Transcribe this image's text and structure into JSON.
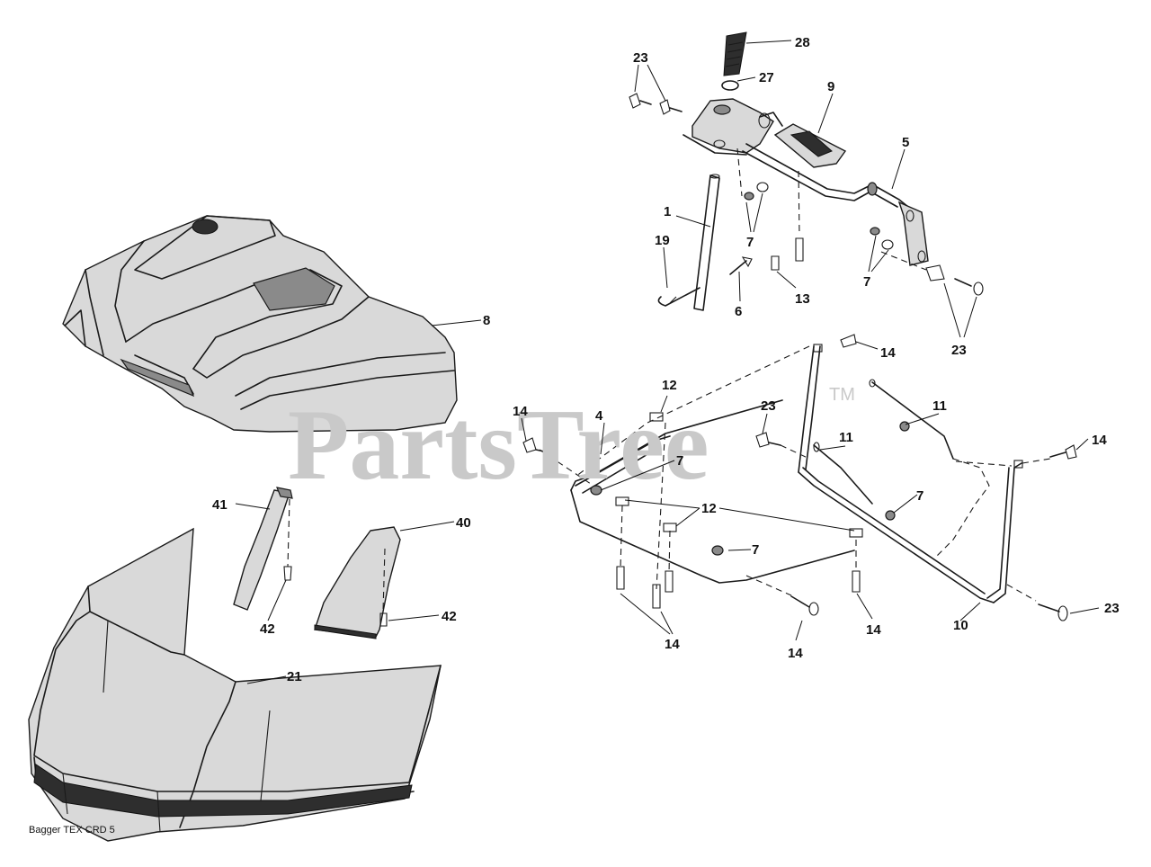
{
  "watermark": {
    "text": "PartsTree",
    "trademark": "TM"
  },
  "diagram_ref": "Bagger TEX CRD 5",
  "callouts": {
    "c28": "28",
    "c27": "27",
    "c23a": "23",
    "c9": "9",
    "c5": "5",
    "c1": "1",
    "c19": "19",
    "c7a": "7",
    "c13": "13",
    "c6": "6",
    "c7b": "7",
    "c23b": "23",
    "c8": "8",
    "c14a": "14",
    "c12a": "12",
    "c4": "4",
    "c14b": "14",
    "c23c": "23",
    "c11a": "11",
    "c11b": "11",
    "c7c": "7",
    "c14c": "14",
    "c7d": "7",
    "c12b": "12",
    "c7e": "7",
    "c41": "41",
    "c40": "40",
    "c42a": "42",
    "c42b": "42",
    "c21": "21",
    "c14d": "14",
    "c14e": "14",
    "c14f": "14",
    "c10": "10",
    "c23d": "23"
  }
}
